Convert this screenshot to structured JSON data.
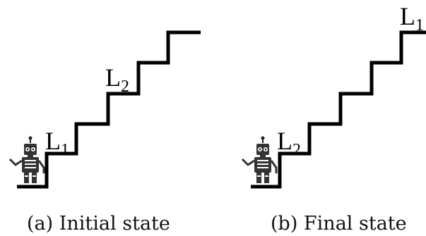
{
  "panels": [
    {
      "caption": "(a) Initial state",
      "labels": [
        {
          "letter": "L",
          "index": "1"
        },
        {
          "letter": "L",
          "index": "2"
        }
      ]
    },
    {
      "caption": "(b) Final state",
      "labels": [
        {
          "letter": "L",
          "index": "2"
        },
        {
          "letter": "L",
          "index": "1"
        }
      ]
    }
  ],
  "colors": {
    "stairs": "#000000",
    "robot_body": "#333333",
    "robot_detail": "#ffffff"
  }
}
